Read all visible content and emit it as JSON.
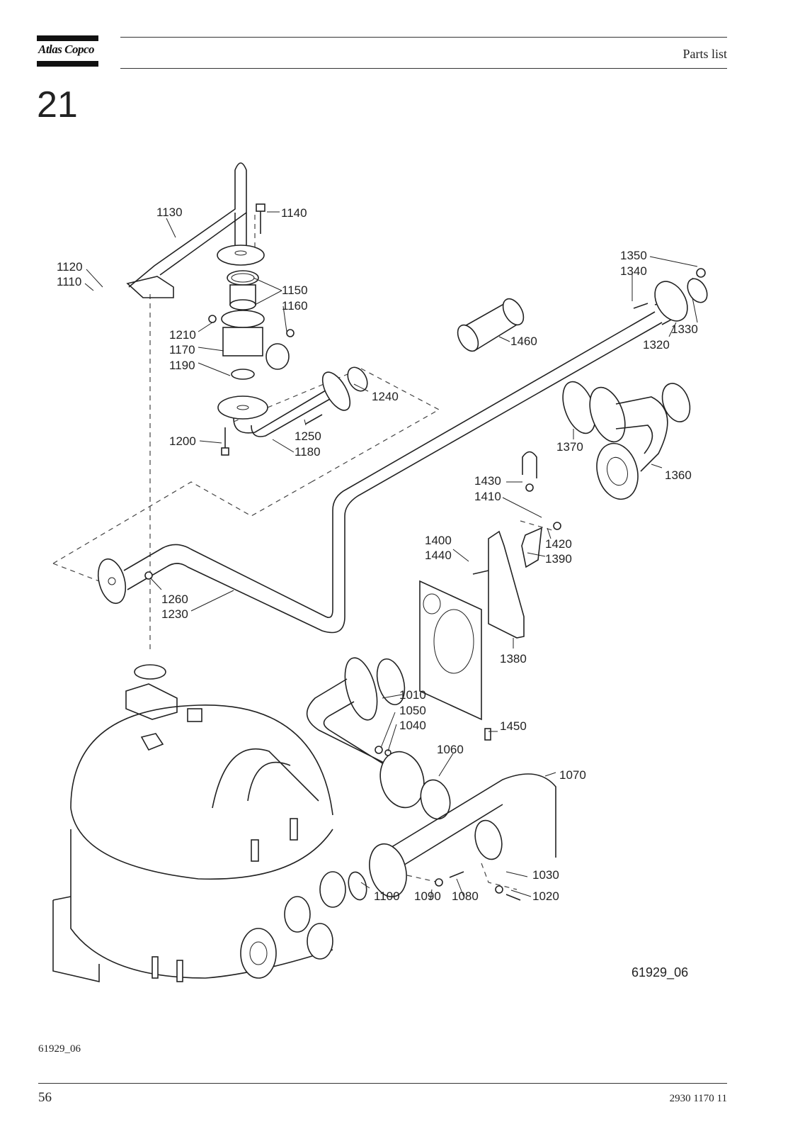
{
  "header": {
    "logo_text": "Atlas Copco",
    "title": "Parts list"
  },
  "section_number": "21",
  "diagram": {
    "figure_ref": "61929_06",
    "callouts": [
      "1010",
      "1020",
      "1030",
      "1040",
      "1050",
      "1060",
      "1070",
      "1080",
      "1090",
      "1100",
      "1110",
      "1120",
      "1130",
      "1140",
      "1150",
      "1160",
      "1170",
      "1180",
      "1190",
      "1200",
      "1210",
      "1230",
      "1240",
      "1250",
      "1260",
      "1320",
      "1330",
      "1340",
      "1350",
      "1360",
      "1370",
      "1380",
      "1390",
      "1400",
      "1410",
      "1420",
      "1430",
      "1440",
      "1450",
      "1460"
    ]
  },
  "footer": {
    "figure_ref": "61929_06",
    "page_number": "56",
    "doc_number": "2930 1170 11"
  }
}
